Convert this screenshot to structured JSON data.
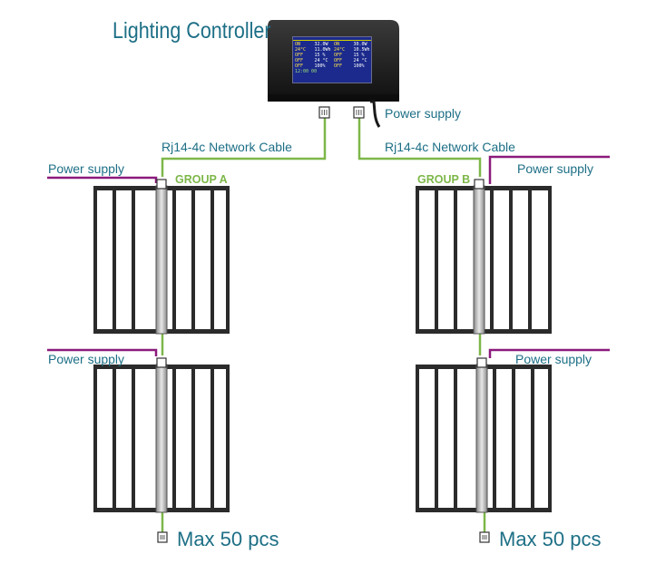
{
  "title": "Lighting Controller",
  "controller": {
    "screen_rows": [
      [
        "ON",
        "32.0W",
        "ON",
        "30.0W"
      ],
      [
        "24°C",
        "11.0Wh",
        "24°C",
        "10.5Wh"
      ],
      [
        "OFF",
        "15 %",
        "OFF",
        "15 %"
      ],
      [
        "OFF",
        "24 °C",
        "OFF",
        "24 °C"
      ],
      [
        "OFF",
        "100%",
        "OFF",
        "100%"
      ]
    ],
    "screen_footer": "12:00 00"
  },
  "labels": {
    "power_supply_top": "Power supply",
    "cable_left": "Rj14-4c Network Cable",
    "cable_right": "Rj14-4c Network Cable",
    "group_a": "GROUP A",
    "group_b": "GROUP B",
    "power_supply_a1": "Power supply",
    "power_supply_a2": "Power supply",
    "power_supply_b1": "Power supply",
    "power_supply_b2": "Power supply",
    "max_left": "Max 50 pcs",
    "max_right": "Max 50 pcs"
  },
  "colors": {
    "title_text": "#1d6f86",
    "network_cable": "#7db749",
    "power_cable": "#8b1a7c",
    "fixture_frame": "#2b2b2b",
    "controller_body": "#1e1e1e",
    "controller_screen": "#1b2a8c"
  },
  "icons": [
    "rj14-connector-icon",
    "power-plug-icon"
  ]
}
